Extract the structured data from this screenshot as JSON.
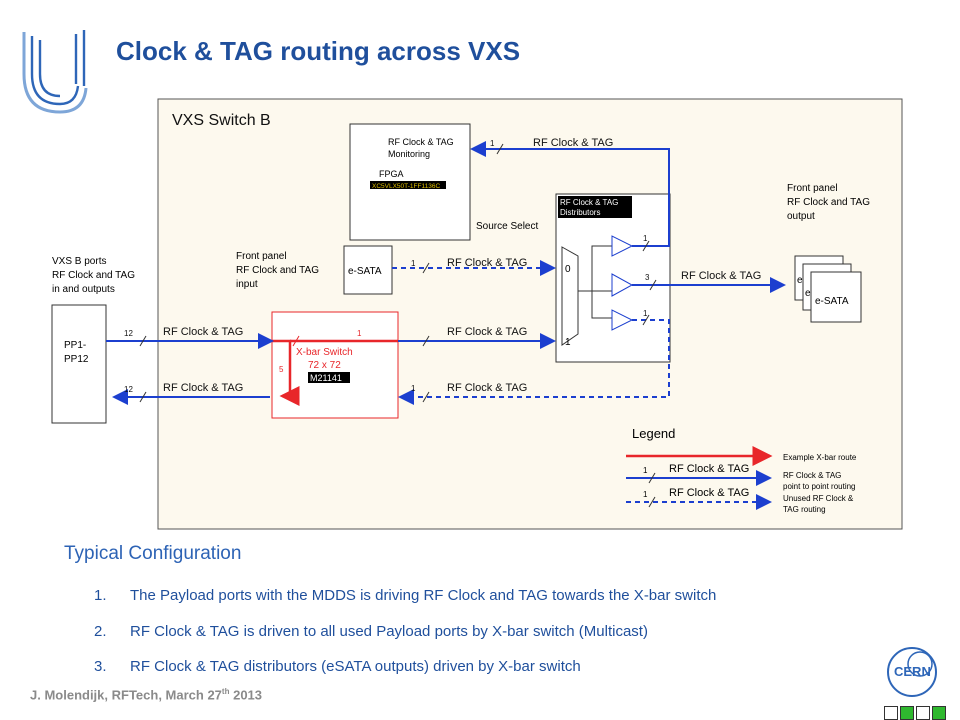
{
  "slide": {
    "title": "Clock & TAG routing across VXS",
    "footer": {
      "author": "J. Molendijk, RFTech, March 27",
      "sup": "th",
      "year": " 2013"
    }
  },
  "diagram": {
    "switch_title": "VXS Switch B",
    "monitor_label1": "RF Clock & TAG",
    "monitor_label2": "Monitoring",
    "fpga_label": "FPGA",
    "fpga_part": "XC5VLX50T-1FF1136C",
    "source_select": "Source Select",
    "distributors1": "RF Clock & TAG",
    "distributors2": "Distributors",
    "mux_0": "0",
    "mux_1": "1",
    "fp_out1": "Front panel",
    "fp_out2": "RF Clock and TAG",
    "fp_out3": "output",
    "fp_in1": "Front panel",
    "fp_in2": "RF Clock and TAG",
    "fp_in3": "input",
    "esata": "e-SATA",
    "esata_stack_a": "e",
    "esata_stack_b": "e",
    "vxs_ports1": "VXS B ports",
    "vxs_ports2": "RF Clock and TAG",
    "vxs_ports3": "in and outputs",
    "pp1": "PP1-",
    "pp2": "PP12",
    "xbar1": "X-bar Switch",
    "xbar2": "72 x 72",
    "xbar3": "M21141",
    "link_label": "RF Clock & TAG",
    "n1": "1",
    "n3": "3",
    "n5": "5",
    "n12": "12",
    "legend_title": "Legend",
    "legend1": "Example X-bar route",
    "legend2a": "RF Clock & TAG",
    "legend2b": "point to point routing",
    "legend3a": "Unused RF Clock &",
    "legend3b": "TAG routing"
  },
  "config": {
    "heading": "Typical Configuration",
    "items": [
      {
        "num": "1.",
        "text": "The Payload ports with the MDDS is driving RF Clock and TAG towards the X-bar switch"
      },
      {
        "num": "2.",
        "text": "RF Clock & TAG is driven to all used Payload ports by X-bar switch (Multicast)"
      },
      {
        "num": "3.",
        "text": "RF Clock & TAG distributors (eSATA outputs) driven by X-bar switch"
      }
    ]
  },
  "colors": {
    "title": "#1f4f9c",
    "blue_line": "#1c3fcf",
    "red_line": "#e8262a",
    "panel_bg": "#fdf9ee"
  }
}
